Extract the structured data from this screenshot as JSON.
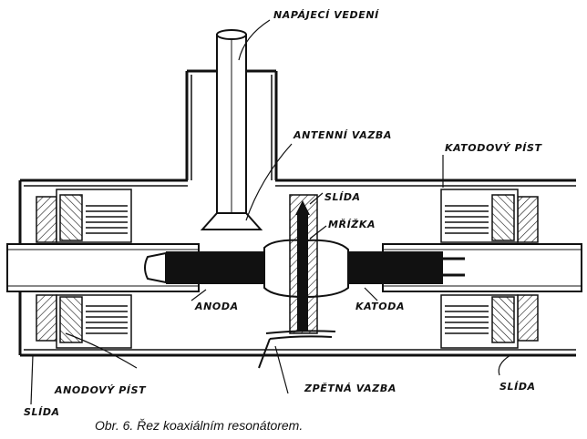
{
  "labels": {
    "feed_line": "NAPÁJECÍ VEDENÍ",
    "antenna_coupling": "ANTENNÍ VAZBA",
    "cathode_piston": "KATODOVÝ PÍST",
    "mica_top": "SLÍDA",
    "grid": "MŘÍŽKA",
    "anode": "ANODA",
    "cathode": "KATODA",
    "anode_piston": "ANODOVÝ PÍST",
    "mica_left": "SLÍDA",
    "feedback": "ZPĚTNÁ VAZBA",
    "mica_right": "SLÍDA"
  },
  "caption": "Obr. 6. Řez koaxiálním resonátorem."
}
